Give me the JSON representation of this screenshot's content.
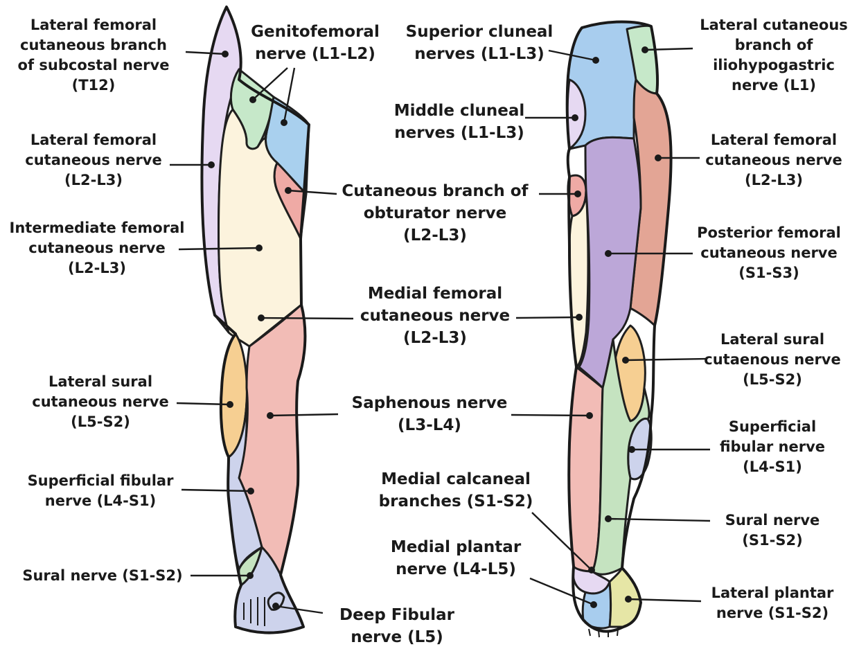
{
  "colors": {
    "lavender": "#e6d9f2",
    "mint": "#c6e8c9",
    "sky": "#a9d0ee",
    "salmon": "#efaaa5",
    "cream": "#fcf3dd",
    "pink": "#f2bcb6",
    "orange": "#f6cf92",
    "periwinkle": "#cdd3ec",
    "violet": "#bca7d8",
    "terracotta": "#e3a595",
    "sage": "#c5e3c0",
    "yellowgreen": "#e6e6a6",
    "blue": "#a8cdee"
  },
  "anterior_labels": {
    "subcostal": [
      "Lateral femoral",
      "cutaneous branch",
      "of subcostal nerve",
      "(T12)"
    ],
    "genitofemoral": [
      "Genitofemoral",
      "nerve (L1-L2)"
    ],
    "lat_fem_cut": [
      "Lateral femoral",
      "cutaneous nerve",
      "(L2-L3)"
    ],
    "obturator": [
      "Cutaneous branch of",
      "obturator nerve",
      "(L2-L3)"
    ],
    "intermediate": [
      "Intermediate femoral",
      "cutaneous nerve",
      "(L2-L3)"
    ],
    "medial_fem": [
      "Medial femoral",
      "cutaneous nerve",
      "(L2-L3)"
    ],
    "lat_sural": [
      "Lateral sural",
      "cutaneous nerve",
      "(L5-S2)"
    ],
    "saphenous": [
      "Saphenous nerve",
      "(L3-L4)"
    ],
    "sup_fibular": [
      "Superficial fibular",
      "nerve (L4-S1)"
    ],
    "sural": [
      "Sural nerve (S1-S2)"
    ],
    "deep_fibular": [
      "Deep Fibular",
      "nerve (L5)"
    ]
  },
  "posterior_labels": {
    "sup_cluneal": [
      "Superior cluneal",
      "nerves (L1-L3)"
    ],
    "iliohypogastric": [
      "Lateral cutaneous",
      "branch of",
      "iliohypogastric",
      "nerve (L1)"
    ],
    "mid_cluneal": [
      "Middle cluneal",
      "nerves (L1-L3)"
    ],
    "lat_fem_cut": [
      "Lateral femoral",
      "cutaneous nerve",
      "(L2-L3)"
    ],
    "post_fem_cut": [
      "Posterior femoral",
      "cutaneous nerve",
      "(S1-S3)"
    ],
    "lat_sural": [
      "Lateral sural",
      "cutaenous nerve",
      "(L5-S2)"
    ],
    "sup_fibular": [
      "Superficial",
      "fibular nerve",
      "(L4-S1)"
    ],
    "med_calcaneal": [
      "Medial calcaneal",
      "branches (S1-S2)"
    ],
    "sural": [
      "Sural nerve",
      "(S1-S2)"
    ],
    "med_plantar": [
      "Medial plantar",
      "nerve (L4-L5)"
    ],
    "lat_plantar": [
      "Lateral plantar",
      "nerve (S1-S2)"
    ]
  }
}
